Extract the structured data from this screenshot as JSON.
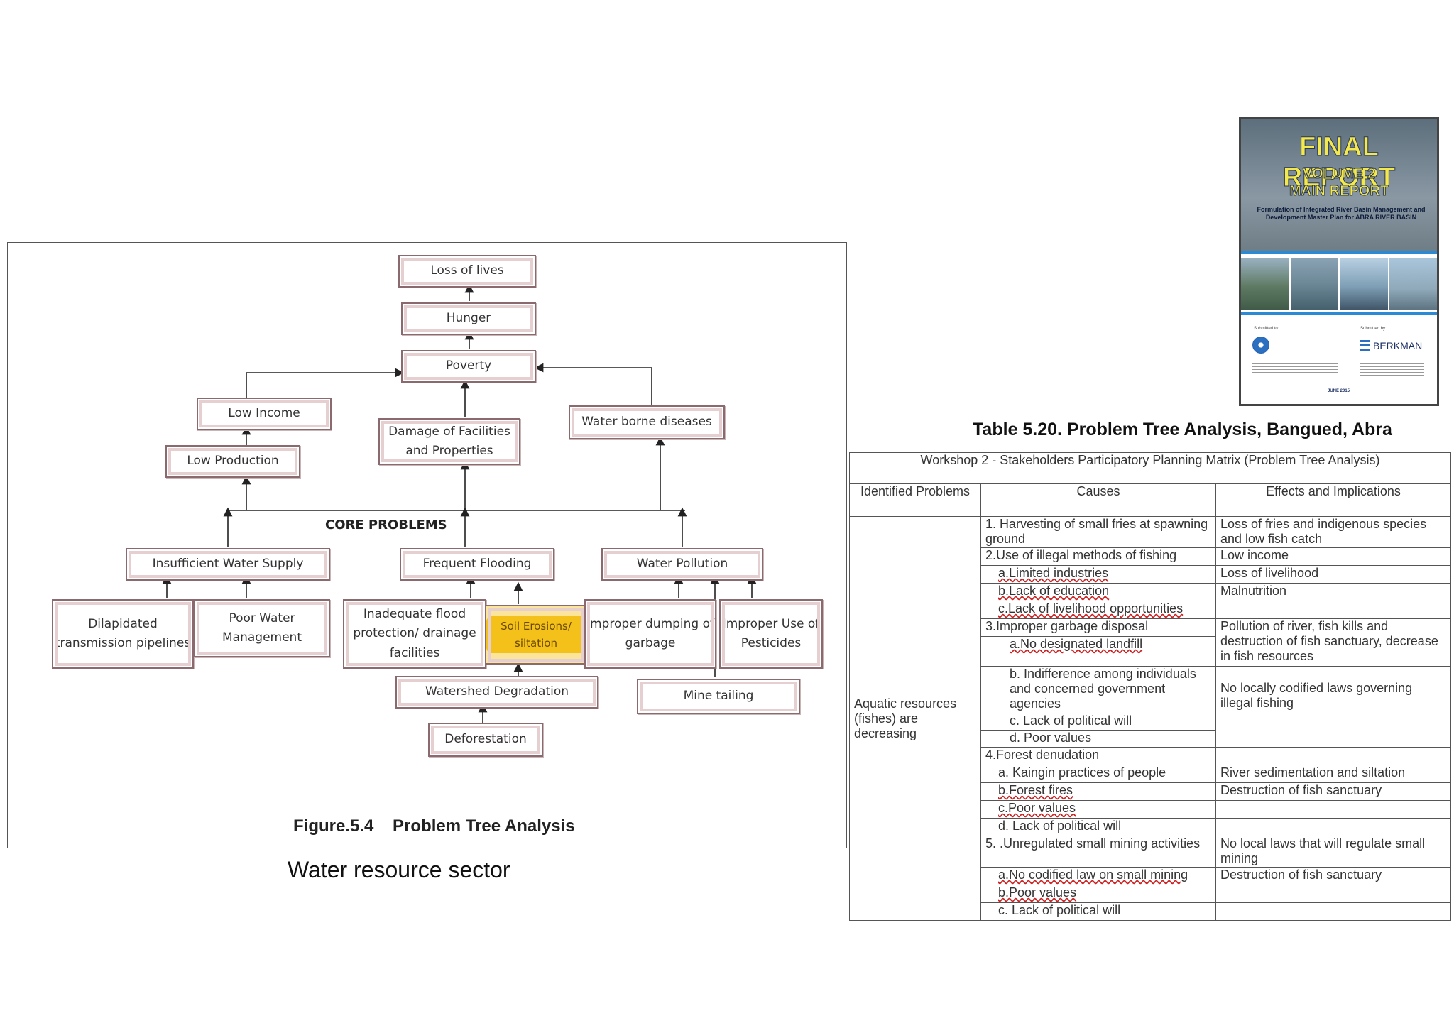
{
  "figure": {
    "nodes": {
      "loss_of_lives": "Loss of lives",
      "hunger": "Hunger",
      "poverty": "Poverty",
      "low_income": "Low Income",
      "low_production": "Low Production",
      "damage_facilities": "Damage of Facilities and Properties",
      "water_borne": "Water borne diseases",
      "insufficient_water": "Insufficient Water Supply",
      "frequent_flooding": "Frequent Flooding",
      "water_pollution": "Water Pollution",
      "dilapidated": "Dilapidated transmission pipelines",
      "poor_water_mgmt": "Poor Water Management",
      "inadequate_flood": "Inadequate flood protection/ drainage facilities",
      "soil_erosion": "Soil Erosions/ siltation",
      "improper_dumping": "Improper dumping of garbage",
      "improper_pesticides": "Improper Use of Pesticides",
      "watershed": "Watershed Degradation",
      "mine_tailing": "Mine tailing",
      "deforestation": "Deforestation"
    },
    "core_problems_label": "CORE PROBLEMS",
    "caption": "Figure.5.4    Problem Tree Analysis",
    "highlight_color": "#f4c01a"
  },
  "sector_caption": "Water resource sector",
  "cover": {
    "title": "FINAL REPORT",
    "volume": "VOLUME 2",
    "main": "MAIN REPORT",
    "subtitle": "Formulation of Integrated River Basin Management and Development Master Plan for ABRA RIVER BASIN",
    "submitted_to": "Submitted to:",
    "submitted_by": "Submitted by:",
    "berkman": "BERKMAN",
    "date": "JUNE 2015"
  },
  "table": {
    "title": "Table 5.20. Problem Tree Analysis, Bangued, Abra",
    "header": "Workshop 2 - Stakeholders Participatory Planning Matrix (Problem Tree Analysis)",
    "columns": [
      "Identified Problems",
      "Causes",
      "Effects and Implications"
    ],
    "problem": "Aquatic resources (fishes) are decreasing",
    "causes": [
      "1. Harvesting of small fries at spawning ground",
      "2.Use of illegal methods of fishing",
      "a.Limited industries",
      "b.Lack of education",
      "c.Lack of livelihood opportunities",
      "3.Improper garbage disposal",
      "a.No designated landfill",
      "b. Indifference among individuals and concerned government agencies",
      "c. Lack of political will",
      "d. Poor values",
      "4.Forest denudation",
      "a. Kaingin practices of people",
      "b.Forest fires",
      "c.Poor values",
      "d. Lack of political will",
      "5. .Unregulated small mining activities",
      "a.No codified law on small mining",
      "b.Poor values",
      "c. Lack of political will"
    ],
    "effects": {
      "e1": "Loss of fries and indigenous species and low fish catch",
      "e2": "Low income",
      "e3": "Loss of livelihood",
      "e4": "Malnutrition",
      "e5": "Pollution of river, fish kills and destruction of fish sanctuary, decrease in fish resources",
      "e6": "No locally codified laws governing illegal fishing",
      "e7": "River sedimentation and siltation",
      "e8": "Destruction of fish sanctuary",
      "e9": "No local laws that will regulate small mining",
      "e10": "Destruction of fish sanctuary"
    }
  }
}
